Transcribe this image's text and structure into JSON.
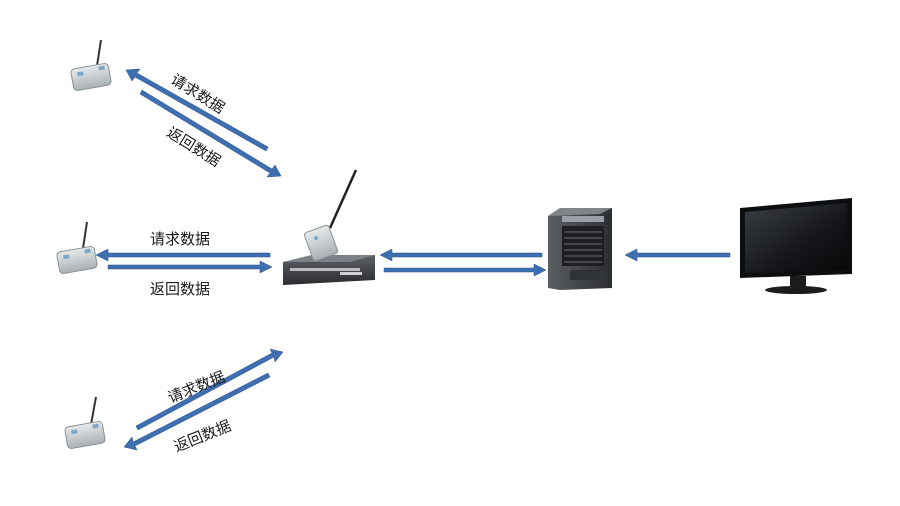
{
  "labels": {
    "top_request": "请求数据",
    "top_return": "返回数据",
    "mid_request": "请求数据",
    "mid_return": "返回数据",
    "bottom_request": "请求数据",
    "bottom_return": "返回数据"
  },
  "colors": {
    "arrow": "#3e6fb0",
    "arrow_edge": "#2c5287",
    "background": "#ffffff"
  },
  "icons": {
    "sensor_nodes": "wireless-sensor-node-icon",
    "gateway": "wireless-gateway-icon",
    "server": "tower-server-icon",
    "monitor": "monitor-icon"
  }
}
